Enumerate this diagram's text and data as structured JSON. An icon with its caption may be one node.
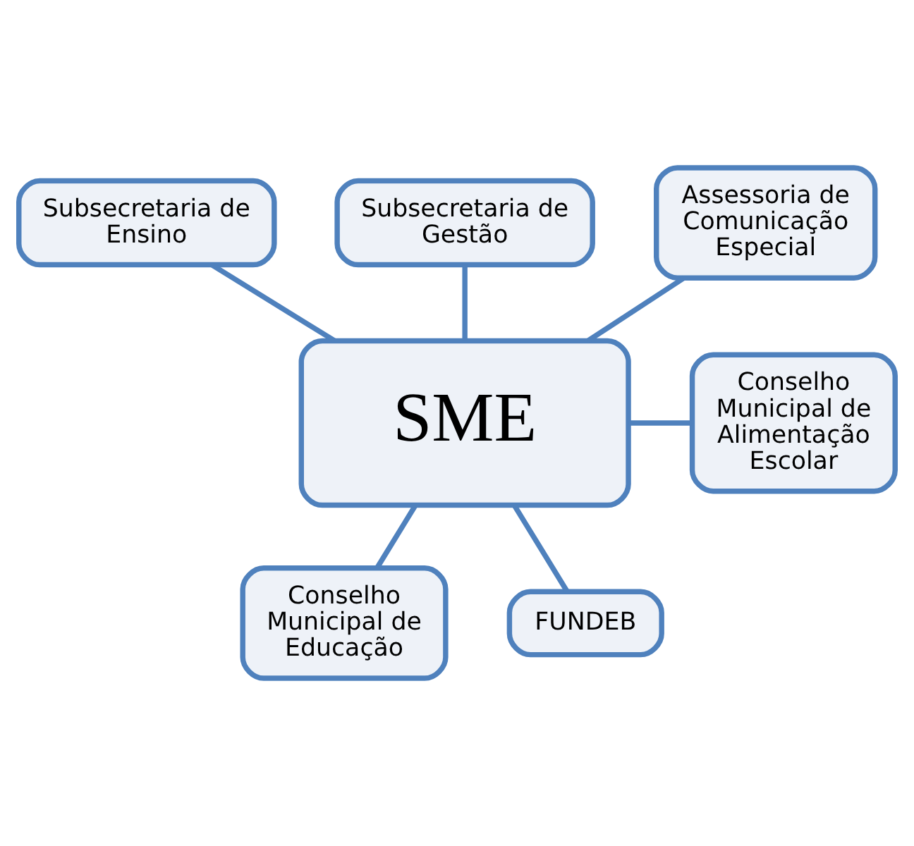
{
  "diagram": {
    "nodes": [
      {
        "text": [
          "Subsecretaria de Ensino"
        ]
      },
      {
        "text": [
          "Subsecretaria de Gestão"
        ]
      },
      {
        "text": [
          "Assessoria de Comunicação Especial"
        ]
      },
      {
        "text": [
          "SME"
        ]
      },
      {
        "text": [
          "Conselho Municipal de Alimentação Escolar"
        ]
      },
      {
        "text": [
          "Conselho Municipal de Educação"
        ]
      },
      {
        "text": [
          "FUNDEB"
        ]
      }
    ],
    "edges": [
      {
        "from": 0,
        "to": 3,
        "arrow": "none"
      },
      {
        "from": 1,
        "to": 3,
        "arrow": "none"
      },
      {
        "from": 2,
        "to": 3,
        "arrow": "none"
      },
      {
        "from": 3,
        "to": 4,
        "arrow": "none"
      },
      {
        "from": 3,
        "to": 5,
        "arrow": "none"
      },
      {
        "from": 3,
        "to": 6,
        "arrow": "none"
      }
    ]
  }
}
